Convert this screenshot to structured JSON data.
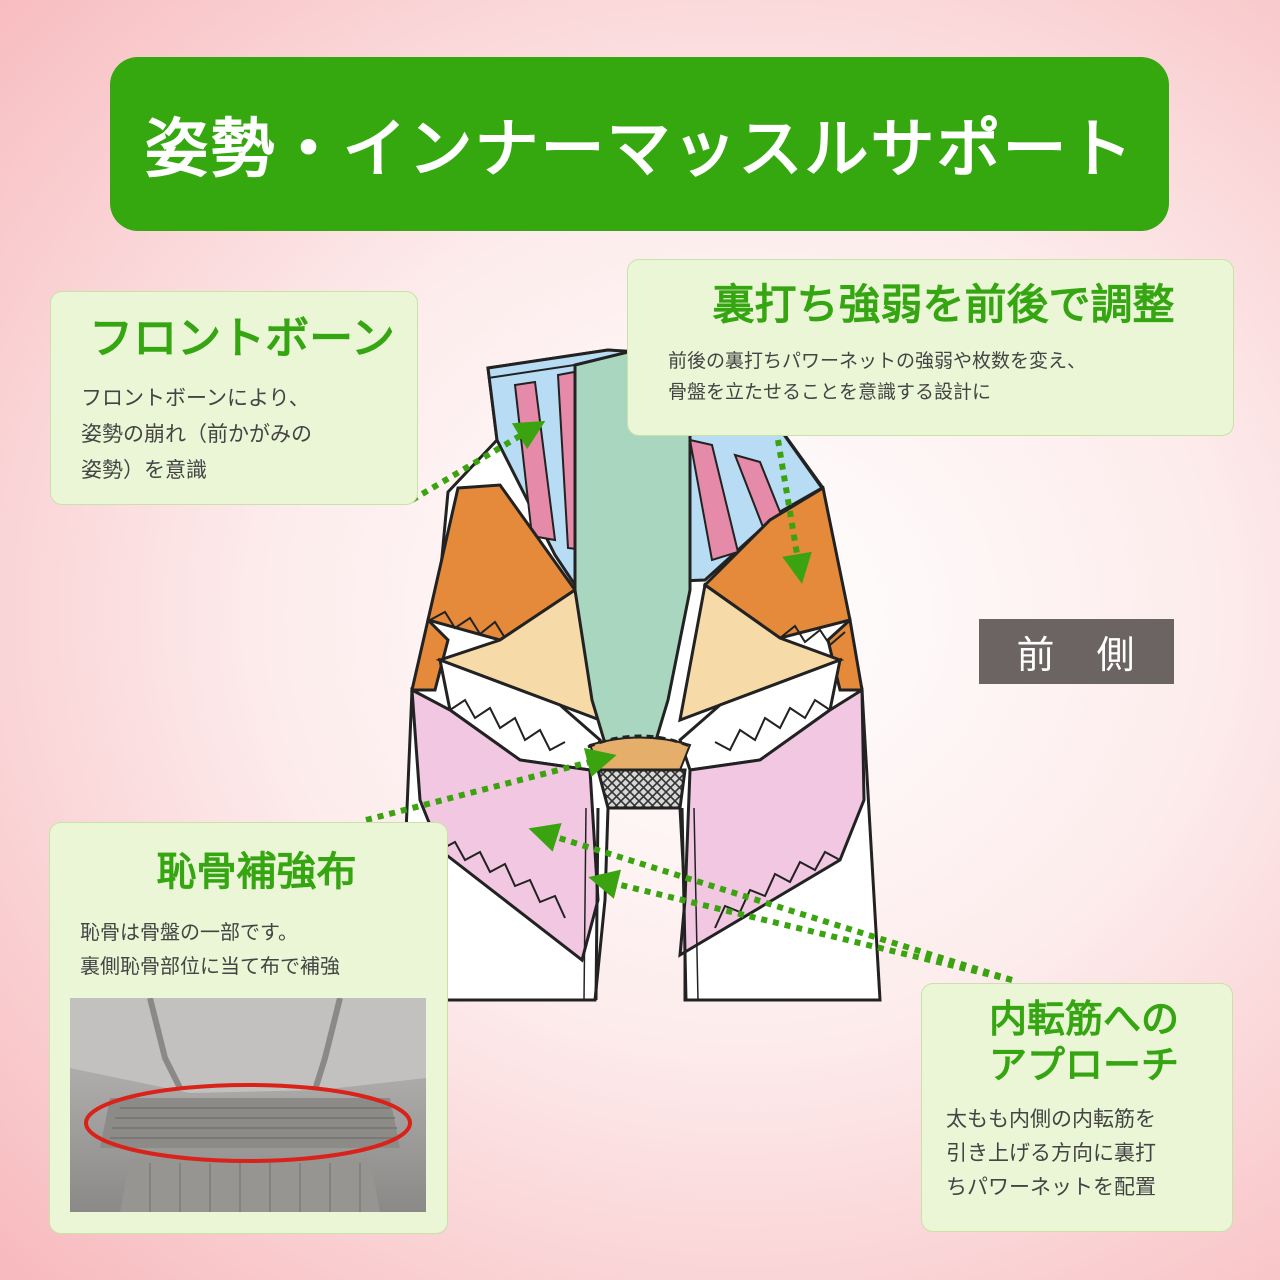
{
  "title": "姿勢・インナーマッスルサポート",
  "side_label": "前　側",
  "callouts": {
    "front_bone": {
      "heading": "フロントボーン",
      "lines": [
        "フロントボーンにより、",
        "姿勢の崩れ（前かがみの",
        "姿勢）を意識"
      ]
    },
    "adjust": {
      "heading": "裏打ち強弱を前後で調整",
      "lines": [
        "前後の裏打ちパワーネットの強弱や枚数を変え、",
        "骨盤を立たせることを意識する設計に"
      ]
    },
    "pubic": {
      "heading": "恥骨補強布",
      "lines": [
        "恥骨は骨盤の一部です。",
        "裏側恥骨部位に当て布で補強"
      ]
    },
    "adductor": {
      "heading_lines": [
        "内転筋への",
        "アプローチ"
      ],
      "lines": [
        "太もも内側の内転筋を",
        "引き上げる方向に裏打",
        "ちパワーネットを配置"
      ]
    }
  },
  "colors": {
    "title_bg": "#34a80e",
    "heading_green": "#35a512",
    "callout_bg": "#eaf6d6",
    "arrow_green": "#3aa30f",
    "label_bg": "#6b6462",
    "highlight_ring": "#d9221a"
  }
}
